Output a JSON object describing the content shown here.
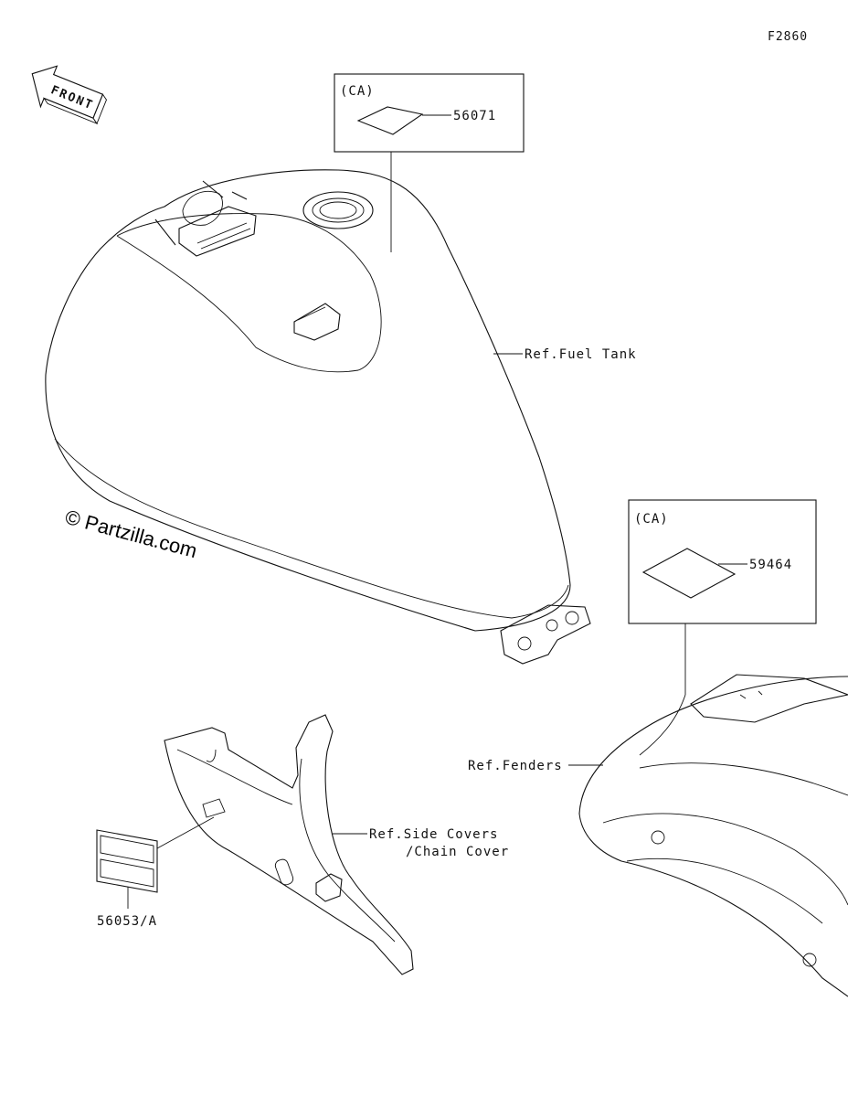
{
  "figure_code": "F2860",
  "front_arrow": {
    "text": "FRONT",
    "icon": "front-arrow-icon"
  },
  "watermark": "© Partzilla.com",
  "callouts": {
    "tank_box": {
      "region": "(CA)",
      "part": "56071"
    },
    "fender_box": {
      "region": "(CA)",
      "part": "59464"
    },
    "side_label_part": "56053/A"
  },
  "references": {
    "fuel_tank": "Ref.Fuel Tank",
    "fenders": "Ref.Fenders",
    "side_covers_line1": "Ref.Side Covers",
    "side_covers_line2": "/Chain Cover"
  }
}
